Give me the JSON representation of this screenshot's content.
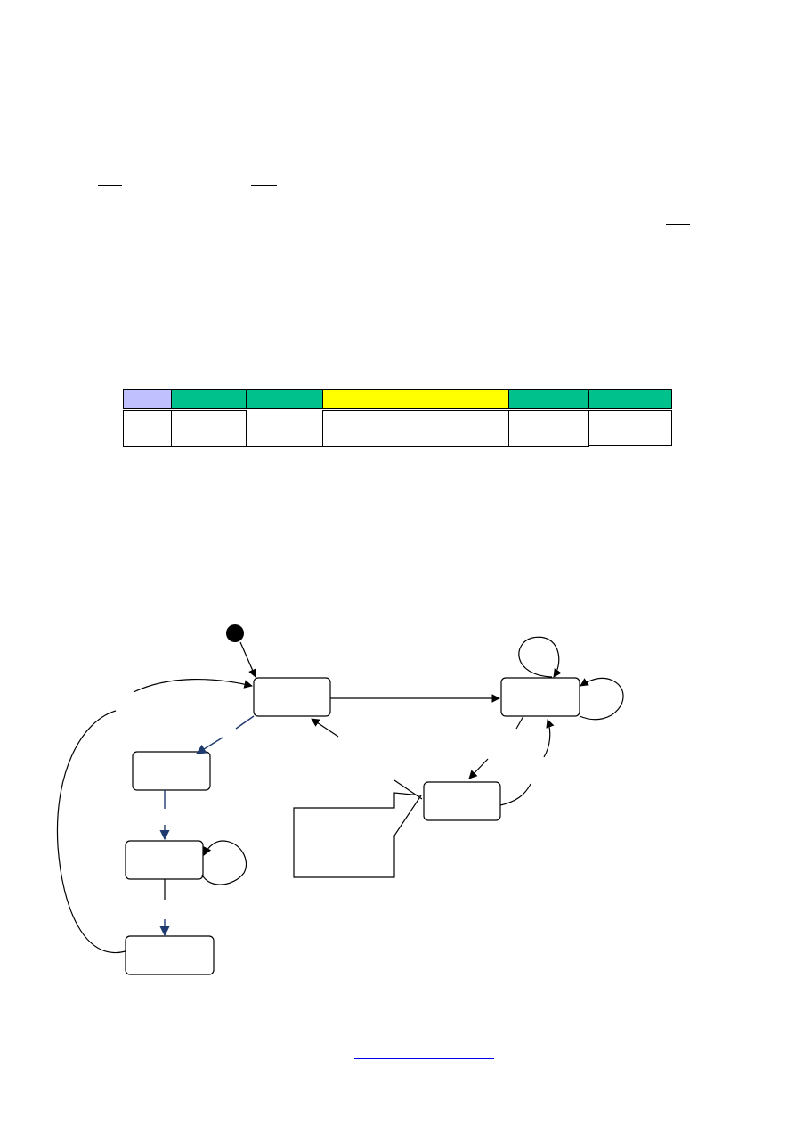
{
  "colors": {
    "header_lavender": "#c0c0ff",
    "header_green": "#00c08c",
    "header_yellow": "#ffff00",
    "diagram_line": "#000000",
    "diagram_dashed_line": "#1f3a6e",
    "link_underline": "#0000ee"
  },
  "frame_table": {
    "columns": [
      {
        "header_color": "lavender",
        "value": ""
      },
      {
        "header_color": "green",
        "value": ""
      },
      {
        "header_color": "green",
        "value": ""
      },
      {
        "header_color": "yellow",
        "value": ""
      },
      {
        "header_color": "green",
        "value": ""
      },
      {
        "header_color": "green",
        "value": ""
      }
    ]
  },
  "state_diagram": {
    "initial_state": "filled-circle",
    "states": [
      {
        "id": "top-left-state",
        "label": ""
      },
      {
        "id": "top-right-state",
        "label": ""
      },
      {
        "id": "middle-right-state",
        "label": ""
      },
      {
        "id": "left-state-1",
        "label": ""
      },
      {
        "id": "left-state-2",
        "label": ""
      },
      {
        "id": "left-state-3",
        "label": ""
      }
    ],
    "note": {
      "text": ""
    }
  },
  "footer": {
    "link_text": ""
  }
}
